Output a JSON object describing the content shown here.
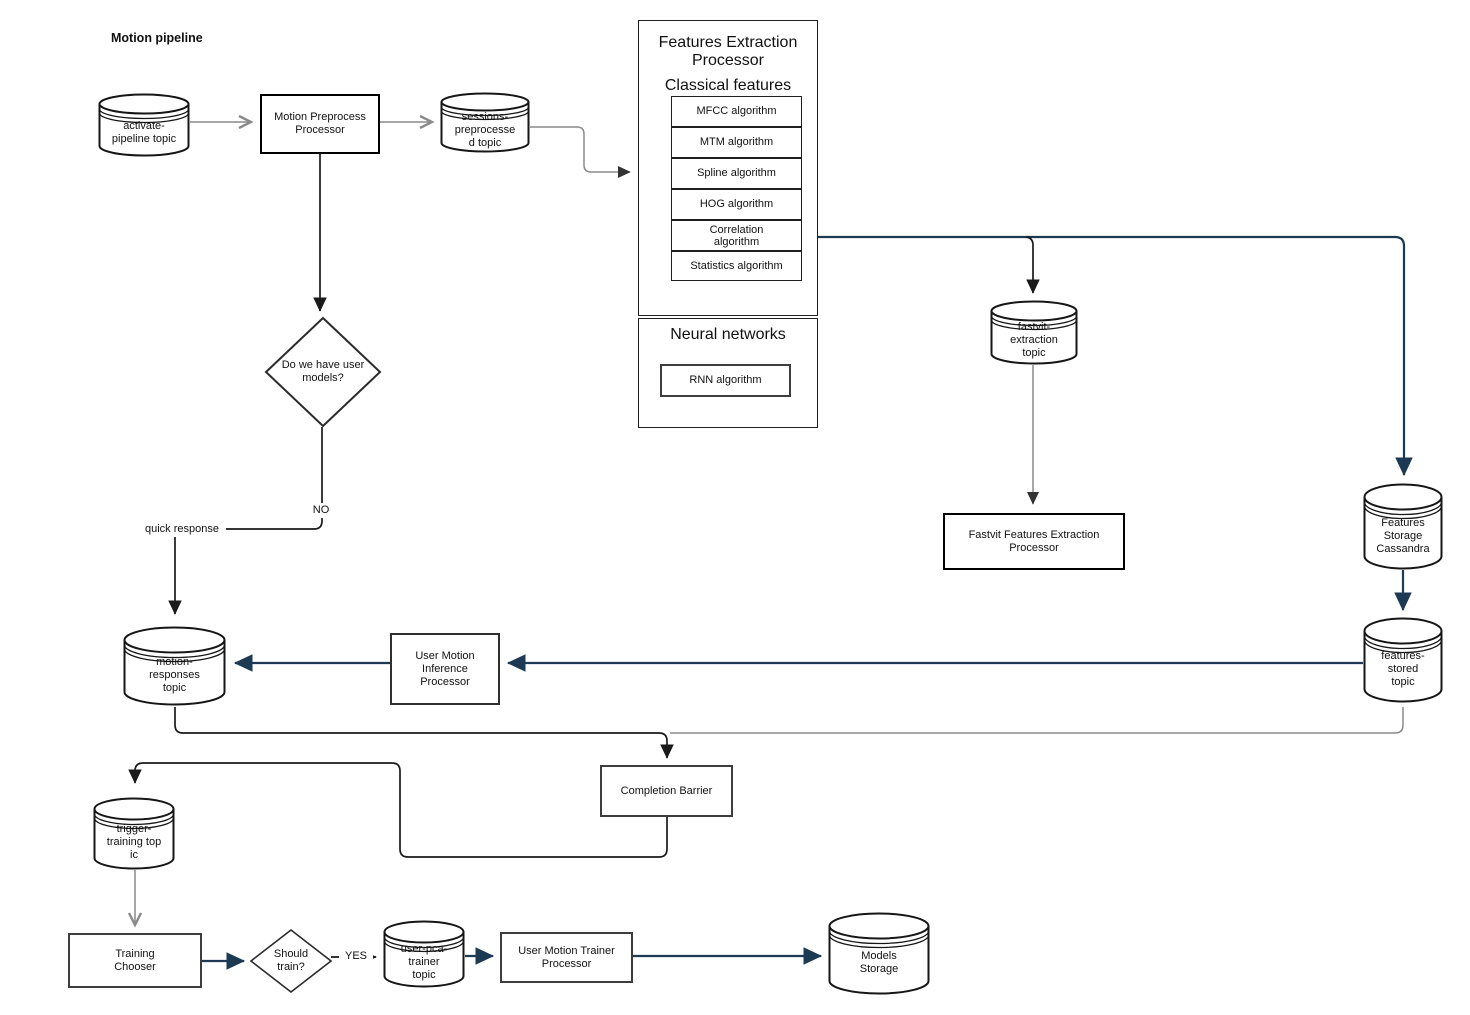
{
  "title": "Motion pipeline",
  "colors": {
    "navy": "#1d3a55",
    "gray": "#8a8a8a",
    "black": "#1a1a1a",
    "background": "#ffffff"
  },
  "nodes": {
    "activate_pipeline_topic": {
      "label": "activate-\npipeline topic",
      "type": "queue"
    },
    "motion_preprocess": {
      "label": "Motion Preprocess\nProcessor",
      "type": "process"
    },
    "sessions_preprocessed_topic": {
      "label": "sessions-\npreprocesse\nd topic",
      "type": "queue"
    },
    "features_extraction": {
      "title": "Features Extraction\nProcessor",
      "classical_header": "Classical features",
      "algorithms": [
        "MFCC algorithm",
        "MTM algorithm",
        "Spline algorithm",
        "HOG algorithm",
        "Correlation\nalgorithm",
        "Statistics algorithm"
      ],
      "neural_header": "Neural networks",
      "neural_algorithms": [
        "RNN algorithm"
      ]
    },
    "user_models_decision": {
      "label": "Do we have user\nmodels?",
      "type": "decision"
    },
    "fastvit_extraction_topic": {
      "label": "fastvit-\nextraction\ntopic",
      "type": "queue"
    },
    "fastvit_processor": {
      "label": "Fastvit Features Extraction\nProcessor",
      "type": "process"
    },
    "features_storage_cassandra": {
      "label": "Features\nStorage\nCassandra",
      "type": "datastore"
    },
    "features_stored_topic": {
      "label": "features-\nstored\ntopic",
      "type": "queue"
    },
    "motion_responses_topic": {
      "label": "motion-\nresponses\ntopic",
      "type": "queue"
    },
    "user_motion_inference": {
      "label": "User Motion\nInference\nProcessor",
      "type": "process"
    },
    "completion_barrier": {
      "label": "Completion Barrier",
      "type": "process"
    },
    "trigger_training_topic": {
      "label": "trigger-\ntraining top\nic",
      "type": "queue"
    },
    "training_chooser": {
      "label": "Training\nChooser",
      "type": "process"
    },
    "should_train_decision": {
      "label": "Should\ntrain?",
      "type": "decision"
    },
    "user_pca_trainer_topic": {
      "label": "user-pca-\ntrainer\ntopic",
      "type": "queue"
    },
    "user_motion_trainer": {
      "label": "User Motion Trainer\nProcessor",
      "type": "process"
    },
    "models_storage": {
      "label": "Models\nStorage",
      "type": "datastore"
    }
  },
  "edge_labels": {
    "no": "NO",
    "quick_response": "quick response",
    "yes": "YES"
  }
}
